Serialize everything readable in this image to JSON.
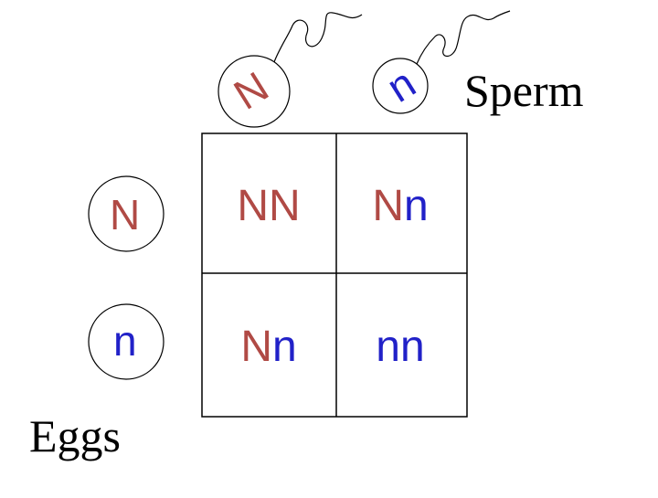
{
  "colors": {
    "dominant": "#b04a45",
    "recessive": "#2121c8",
    "line": "#000000"
  },
  "sperm": {
    "label": "Sperm",
    "alleles": [
      {
        "text": "N",
        "type": "dominant"
      },
      {
        "text": "n",
        "type": "recessive"
      }
    ]
  },
  "eggs": {
    "label": "Eggs",
    "alleles": [
      {
        "text": "N",
        "type": "dominant"
      },
      {
        "text": "n",
        "type": "recessive"
      }
    ]
  },
  "grid": {
    "rows": [
      [
        [
          {
            "text": "N",
            "type": "dominant"
          },
          {
            "text": "N",
            "type": "dominant"
          }
        ],
        [
          {
            "text": "N",
            "type": "dominant"
          },
          {
            "text": "n",
            "type": "recessive"
          }
        ]
      ],
      [
        [
          {
            "text": "N",
            "type": "dominant"
          },
          {
            "text": "n",
            "type": "recessive"
          }
        ],
        [
          {
            "text": "n",
            "type": "recessive"
          },
          {
            "text": "n",
            "type": "recessive"
          }
        ]
      ]
    ]
  }
}
